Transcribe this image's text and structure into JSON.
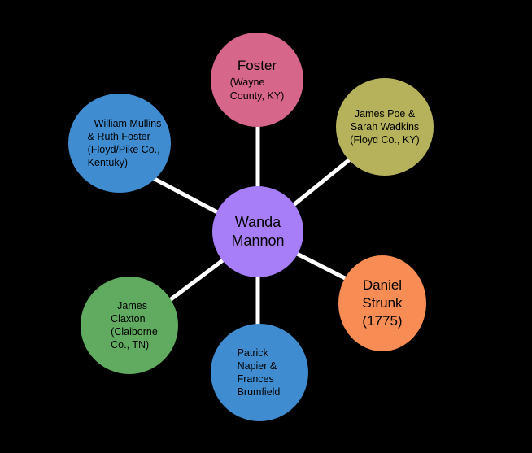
{
  "center": {
    "name_line1": "Wanda",
    "name_line2": "Mannon",
    "color": "#a77ef7"
  },
  "nodes": {
    "foster": {
      "title": "Foster",
      "sub_line1": "(Wayne",
      "sub_line2": "County, KY)",
      "color": "#d6668a"
    },
    "poe": {
      "line1": "James Poe &",
      "line2": "Sarah Wadkins",
      "line3": "(Floyd Co., KY)",
      "color": "#b6b25c"
    },
    "strunk": {
      "line1": "Daniel",
      "line2": "Strunk",
      "line3": "(1775)",
      "color": "#f88c55"
    },
    "napier": {
      "line1": "Patrick",
      "line2": "Napier &",
      "line3": "Frances",
      "line4": "Brumfield",
      "color": "#3f8cd0"
    },
    "claxton": {
      "line1": "James",
      "line2": "Claxton",
      "line3": "(Claiborne",
      "line4": "Co., TN)",
      "color": "#60ab5f"
    },
    "mullins": {
      "line1": "William Mullins",
      "line2": "& Ruth Foster",
      "line3": "(Floyd/Pike Co.,",
      "line4": "Kentuky)",
      "color": "#3f8cd0"
    }
  }
}
